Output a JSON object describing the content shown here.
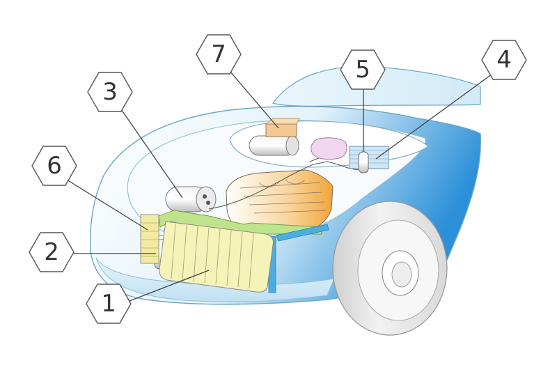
{
  "diagram": {
    "colors": {
      "body_outline": "#6aa6c8",
      "body_fill_light": "#eaf6fb",
      "body_fill_dark": "#2a8fd6",
      "radiator": "#f0f0a8",
      "condenser_pipe": "#3aa0d8",
      "green_pipe": "#9ed06a",
      "engine": "#f3b35a",
      "heater_core": "#9ec8e8",
      "cylinder": "#d8d8d8",
      "purple_unit": "#e6c8e8",
      "tan_block": "#f0c890",
      "hex_stroke": "#555555",
      "leader": "#444444"
    },
    "callouts": [
      {
        "id": "1",
        "label": "1"
      },
      {
        "id": "2",
        "label": "2"
      },
      {
        "id": "3",
        "label": "3"
      },
      {
        "id": "4",
        "label": "4"
      },
      {
        "id": "5",
        "label": "5"
      },
      {
        "id": "6",
        "label": "6"
      },
      {
        "id": "7",
        "label": "7"
      }
    ]
  }
}
